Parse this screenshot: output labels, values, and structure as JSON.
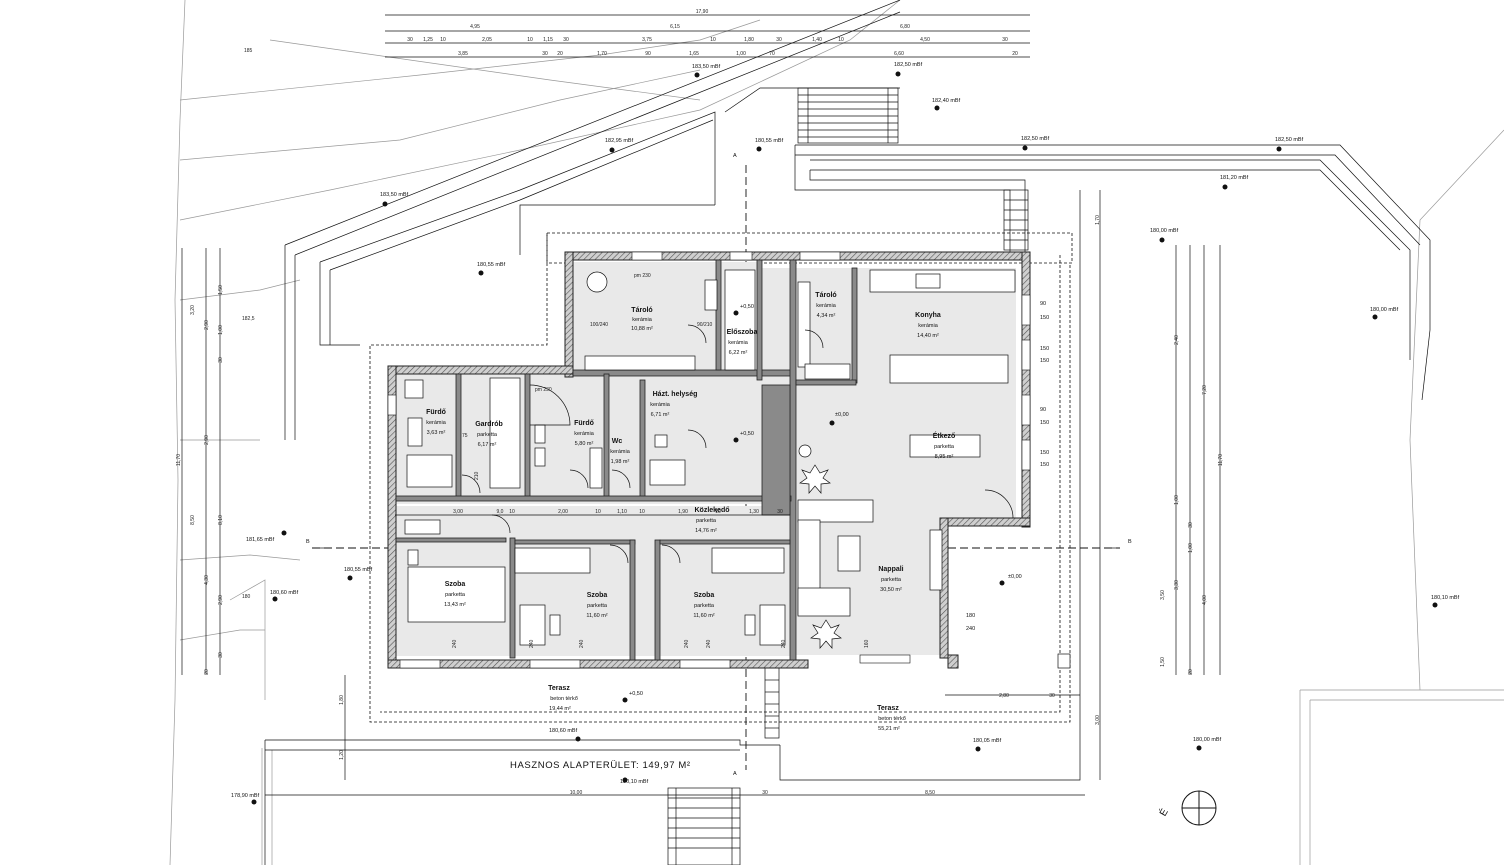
{
  "plan": {
    "total_area_label": "HASZNOS ALAPTERÜLET: 149,97 M²",
    "north_label": "É",
    "section_labels": {
      "a_top": "A",
      "a_bottom": "A",
      "b_left": "B",
      "b_right": "B"
    },
    "rooms": {
      "taroloA": {
        "name": "Tároló",
        "floor": "kerámia",
        "area": "10,88 m²"
      },
      "eloszoba": {
        "name": "Előszoba",
        "floor": "kerámia",
        "area": "6,22 m²"
      },
      "taroloB": {
        "name": "Tároló",
        "floor": "kerámia",
        "area": "4,34 m²"
      },
      "konyha": {
        "name": "Konyha",
        "floor": "kerámia",
        "area": "14,40 m²"
      },
      "furdo1": {
        "name": "Fürdő",
        "floor": "kerámia",
        "area": "3,63 m²"
      },
      "gardrob": {
        "name": "Gardrób",
        "floor": "parketta",
        "area": "6,17 m²"
      },
      "furdo2": {
        "name": "Fürdő",
        "floor": "kerámia",
        "area": "5,80 m²"
      },
      "wc": {
        "name": "Wc",
        "floor": "kerámia",
        "area": "1,98 m²"
      },
      "haztartas": {
        "name": "Házt. helység",
        "floor": "kerámia",
        "area": "6,71 m²"
      },
      "etkezo": {
        "name": "Étkező",
        "floor": "parketta",
        "area": "8,95 m²"
      },
      "kozlekedo": {
        "name": "Közlekedő",
        "floor": "parketta",
        "area": "14,76 m²"
      },
      "szoba1": {
        "name": "Szoba",
        "floor": "parketta",
        "area": "13,43 m²"
      },
      "szoba2": {
        "name": "Szoba",
        "floor": "parketta",
        "area": "11,60 m²"
      },
      "szoba3": {
        "name": "Szoba",
        "floor": "parketta",
        "area": "11,60 m²"
      },
      "nappali": {
        "name": "Nappali",
        "floor": "parketta",
        "area": "30,50 m²"
      },
      "terasz1": {
        "name": "Terasz",
        "floor": "beton térkő",
        "area": "19,44 m²"
      },
      "terasz2": {
        "name": "Terasz",
        "floor": "beton térkő",
        "area": "55,21 m²"
      }
    },
    "levels": {
      "l1": "183,50 mBf",
      "l2": "182,50 mBf",
      "l3": "182,40 mBf",
      "l4": "182,95 mBf",
      "l5": "180,55 mBf",
      "l6": "182,50 mBf",
      "l7": "182,50 mBf",
      "l8": "181,20 mBf",
      "l9": "183,50 mBf",
      "l10": "180,55 mBf",
      "l11": "180,00 mBf",
      "l12": "180,00 mBf",
      "l13": "181,65 mBf",
      "l14": "180,55 mBf",
      "l15": "180,60 mBf",
      "l16": "180,10 mBf",
      "l17": "180,60 mBf",
      "l18": "180,05 mBf",
      "l19": "180,00 mBf",
      "l20": "178,90 mBf",
      "l21": "180,10 mBf",
      "z1": "±0,00",
      "z2": "±0,00",
      "z3": "+0,50",
      "z4": "+0,50",
      "z5": "+0,50"
    },
    "contours": {
      "c1": "185",
      "c2": "182,5",
      "c3": "180"
    },
    "top_dims": {
      "row1": [
        "17,90"
      ],
      "row2": [
        "4,95",
        "6,15",
        "6,80"
      ],
      "row3": [
        "30",
        "1,25",
        "10",
        "2,05",
        "10",
        "1,15",
        "30",
        "3,75",
        "10",
        "1,80",
        "30",
        "1,40",
        "10",
        "4,50",
        "30"
      ],
      "row4": [
        "3,85",
        "30",
        "20",
        "1,70",
        "90",
        "1,65",
        "1,00",
        "70",
        "6,60",
        "20"
      ]
    },
    "inner_dims": {
      "d1": "3,00",
      "d2": "9,0",
      "d3": "10",
      "d4": "2,00",
      "d5": "10",
      "d6": "1,10",
      "d7": "10",
      "d8": "1,90",
      "d9": "10",
      "d10": "1,30",
      "d11": "30",
      "e1": "2,80",
      "e2": "30",
      "e3": "10,00",
      "e4": "30",
      "e5": "8,50"
    },
    "left_dims": [
      "11,70",
      "3,20",
      "2,90",
      "1,50",
      "1,00",
      "30",
      "2,90",
      "8,50",
      "8,10",
      "4,30",
      "2,90",
      "20",
      "30",
      "1,80",
      "1,20"
    ],
    "right_dims": [
      "11,70",
      "7,20",
      "2,40",
      "1,00",
      "30",
      "1,00",
      "3,50",
      "3,30",
      "4,00",
      "1,50",
      "20",
      "1,70",
      "3,00"
    ],
    "window_codes": {
      "w1": "pm 230",
      "w2": "pm 230",
      "w3": "100/240",
      "w4": "90/210",
      "w5": "90",
      "w6": "150",
      "w7": "150",
      "w8": "150",
      "w9": "90",
      "w10": "150",
      "w11": "150",
      "w12": "150",
      "w13": "180",
      "w14": "240",
      "w15": "75",
      "w16": "210",
      "w17": "240",
      "w18": "240",
      "w19": "240",
      "w20": "240",
      "w21": "240",
      "w22": "240",
      "w23": "160"
    }
  }
}
